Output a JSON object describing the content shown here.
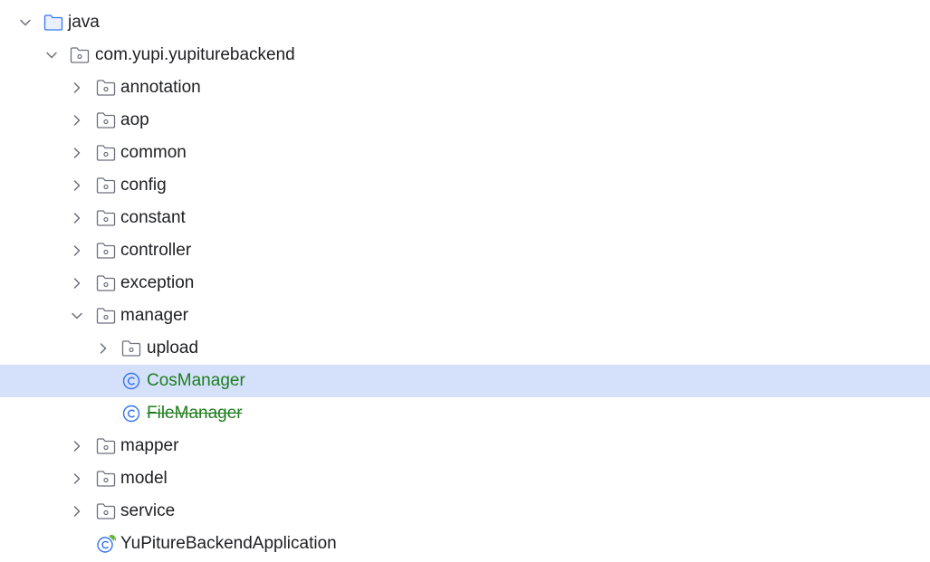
{
  "tree": {
    "root": {
      "label": "java",
      "icon": "folder-icon",
      "expanded": true
    },
    "package": {
      "label": "com.yupi.yupiturebackend",
      "icon": "package-icon",
      "expanded": true
    },
    "packages": [
      {
        "label": "annotation",
        "icon": "package-icon",
        "expanded": false
      },
      {
        "label": "aop",
        "icon": "package-icon",
        "expanded": false
      },
      {
        "label": "common",
        "icon": "package-icon",
        "expanded": false
      },
      {
        "label": "config",
        "icon": "package-icon",
        "expanded": false
      },
      {
        "label": "constant",
        "icon": "package-icon",
        "expanded": false
      },
      {
        "label": "controller",
        "icon": "package-icon",
        "expanded": false
      },
      {
        "label": "exception",
        "icon": "package-icon",
        "expanded": false
      },
      {
        "label": "manager",
        "icon": "package-icon",
        "expanded": true
      }
    ],
    "manager_children": {
      "upload": {
        "label": "upload",
        "icon": "package-icon",
        "expanded": false
      },
      "cos_manager": {
        "label": "CosManager",
        "icon": "class-icon",
        "selected": true,
        "color": "#1e7d1e"
      },
      "file_manager": {
        "label": "FileManager",
        "icon": "class-icon",
        "deprecated": true,
        "color": "#1e7d1e"
      }
    },
    "packages_after": [
      {
        "label": "mapper",
        "icon": "package-icon",
        "expanded": false
      },
      {
        "label": "model",
        "icon": "package-icon",
        "expanded": false
      },
      {
        "label": "service",
        "icon": "package-icon",
        "expanded": false
      }
    ],
    "application": {
      "label": "YuPitureBackendApplication",
      "icon": "spring-boot-class-icon"
    }
  },
  "colors": {
    "selection": "#d5e1fb",
    "folder_blue": "#3574f0",
    "icon_gray": "#6c707e",
    "class_icon": "#3574f0",
    "changed_file_text": "#1e7d1e",
    "spring_green": "#5fb832"
  }
}
